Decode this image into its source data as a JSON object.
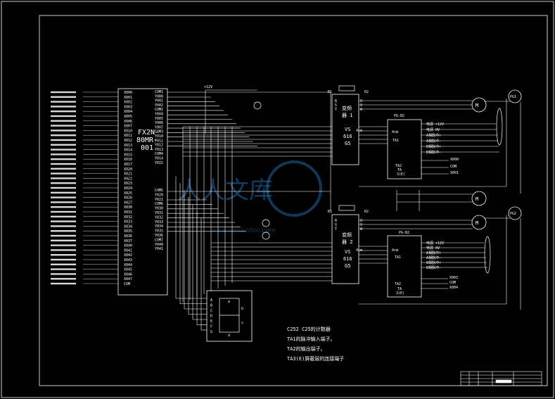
{
  "plc": {
    "model_lines": [
      "FX2N-",
      "80MR-",
      "001"
    ],
    "inputs": [
      "X000",
      "X001",
      "X002",
      "X003",
      "X004",
      "X005",
      "X006",
      "X007",
      "X010",
      "X011",
      "X012",
      "X013",
      "X014",
      "X015",
      "X016",
      "X017",
      "X020",
      "X021",
      "X022",
      "X023",
      "X024",
      "X025",
      "X026",
      "X027",
      "X030",
      "X031",
      "X032",
      "X033",
      "X034",
      "X035",
      "X036",
      "X037",
      "X040",
      "X041",
      "X042",
      "X043",
      "X044",
      "X045",
      "X046",
      "X047",
      "COM"
    ],
    "outputs_a": [
      "COM1",
      "Y000",
      "Y001",
      "Y002",
      "COM2",
      "Y004",
      "Y005",
      "Y006",
      "Y007",
      "COM3",
      "Y010",
      "Y011",
      "Y012",
      "Y013",
      "COM4",
      "Y014",
      "Y015"
    ],
    "outputs_b": [
      "COM5",
      "Y020",
      "Y021",
      "COM6",
      "Y030",
      "Y031",
      "Y032",
      "Y033",
      "Y034",
      "Y035",
      "Y036",
      "COM7",
      "Y040",
      "Y041"
    ]
  },
  "inverter1": {
    "label": "变频器1",
    "model": "VS616G5",
    "lines": [
      "变频",
      "器 1",
      "VS",
      "616",
      "G5"
    ],
    "r1": "R1",
    "r2": "R2",
    "terminals_top": [
      "R",
      "S",
      "T"
    ],
    "terminals_right": [
      "U",
      "V",
      "W"
    ],
    "terminal_count": "4cm"
  },
  "inverter2": {
    "label": "变频器2",
    "model": "VS616G5",
    "lines": [
      "变频",
      "器 2",
      "VS",
      "616",
      "G5"
    ],
    "r1": "R1",
    "r2": "R2",
    "terminals_top": [
      "R",
      "S",
      "T"
    ],
    "terminals_right": [
      "U",
      "V",
      "W"
    ],
    "terminal_count": "4cm"
  },
  "pg_card1": {
    "name": "PG-B2",
    "left_a": "4cm",
    "left_b": "TA1",
    "left_c": "TA2",
    "left_d": "TA",
    "left_e": "3(E)",
    "right_labels": [
      "电源 +12V",
      "电源 0V",
      "A相脉冲+",
      "A相脉冲-",
      "B相脉冲+",
      "B相脉冲-"
    ],
    "outputs": [
      "X000",
      "COM",
      "X001"
    ],
    "encoder": "PG1"
  },
  "pg_card2": {
    "name": "PG-B2",
    "left_a": "4cm",
    "left_b": "TA1",
    "left_c": "TA2",
    "left_d": "TA",
    "left_e": "3(E)",
    "right_labels": [
      "电源 +12V",
      "电源 0V",
      "A相脉冲+",
      "A相脉冲-",
      "B相脉冲+",
      "B相脉冲-"
    ],
    "outputs": [
      "X003",
      "COM",
      "X004"
    ],
    "encoder": "PG2"
  },
  "motor_label": "M",
  "supply_label": "+12V",
  "segment_display": {
    "inputs": [
      "A",
      "B",
      "C",
      "D",
      "E",
      "F",
      "G"
    ],
    "segments": [
      "a",
      "b",
      "c",
      "d"
    ]
  },
  "notes": [
    "C252    C25的计数器",
    "TA1的脉冲输入端子。",
    "TA2的输出端子。",
    "TA3(E)屏蔽层的连接端子"
  ],
  "watermark": {
    "text": "人人文库",
    "url": "www.renrendoc.com"
  },
  "colors": {
    "background": "#000000",
    "lines": "#ffffff",
    "watermark": "#1e6fb0"
  }
}
